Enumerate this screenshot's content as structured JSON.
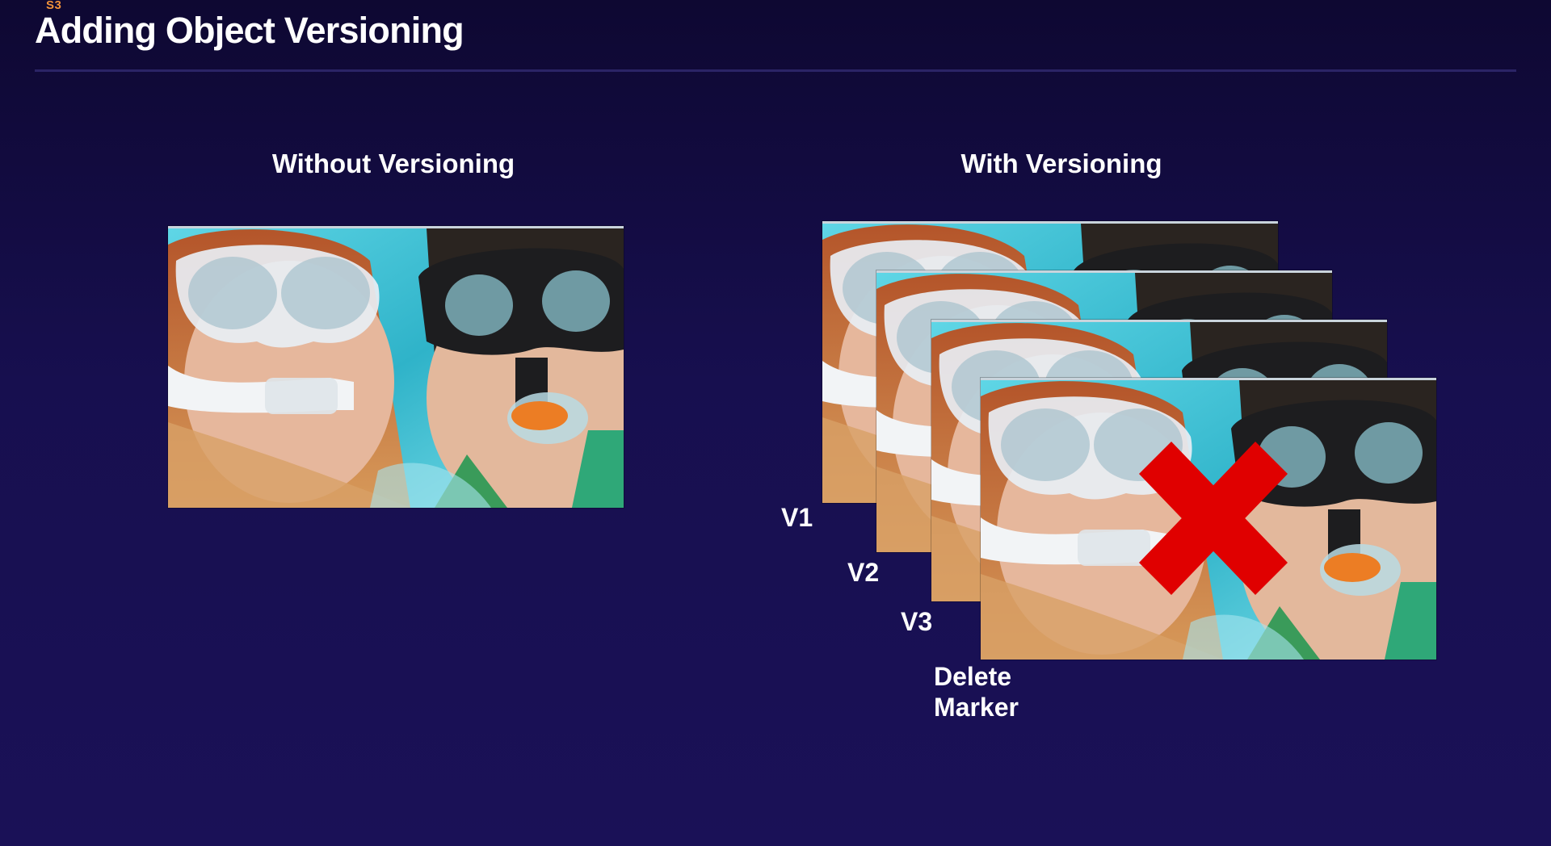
{
  "header": {
    "tag": "S3",
    "title": "Adding Object Versioning"
  },
  "left": {
    "heading": "Without Versioning"
  },
  "right": {
    "heading": "With Versioning",
    "versions": [
      {
        "label": "V1"
      },
      {
        "label": "V2"
      },
      {
        "label": "V3"
      },
      {
        "label": "Delete Marker"
      }
    ]
  },
  "colors": {
    "background": "#170f4f",
    "tag": "#f0913a",
    "delete_mark": "#e00000"
  },
  "icons": {
    "delete_marker": "x-cross-icon"
  }
}
